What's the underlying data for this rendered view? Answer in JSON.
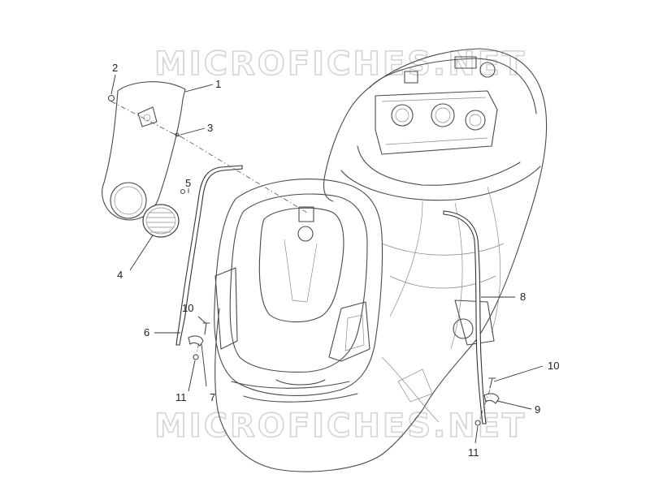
{
  "watermark": {
    "top_text": "MICROFICHES.NET",
    "bottom_text": "MICROFICHES.NET"
  },
  "callouts": {
    "c1": "1",
    "c2": "2",
    "c3": "3",
    "c4": "4",
    "c5": "5",
    "c6": "6",
    "c7": "7",
    "c8": "8",
    "c9": "9",
    "c10a": "10",
    "c10b": "10",
    "c11a": "11",
    "c11b": "11"
  },
  "colors": {
    "line": "#4a4a4a",
    "watermark": "#d4d4d4",
    "background": "#ffffff"
  }
}
